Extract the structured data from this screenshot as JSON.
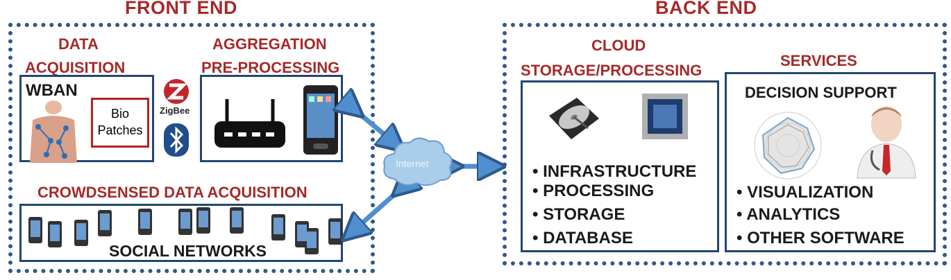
{
  "front_end": {
    "title": "FRONT END",
    "data_acquisition": {
      "title_line1": "DATA",
      "title_line2": "ACQUISITION",
      "wban_label": "WBAN",
      "bio_patches_line1": "Bio",
      "bio_patches_line2": "Patches",
      "zigbee_label": "ZigBee"
    },
    "aggregation": {
      "title_line1": "AGGREGATION",
      "title_line2": "PRE-PROCESSING"
    },
    "crowdsensed": {
      "title": "CROWDSENSED DATA ACQUISITION",
      "social_networks": "SOCIAL NETWORKS"
    }
  },
  "internet_label": "Internet",
  "back_end": {
    "title": "BACK END",
    "cloud": {
      "title_line1": "CLOUD",
      "title_line2": "STORAGE/PROCESSING",
      "items": [
        "INFRASTRUCTURE",
        "PROCESSING",
        "STORAGE",
        "DATABASE"
      ]
    },
    "services": {
      "title": "SERVICES",
      "decision_support": "DECISION SUPPORT",
      "items": [
        "VISUALIZATION",
        "ANALYTICS",
        "OTHER SOFTWARE"
      ]
    }
  },
  "colors": {
    "heading_red": "#a52a2a",
    "border_blue": "#2e5a8a",
    "arrow_blue": "#4f8fd0"
  }
}
